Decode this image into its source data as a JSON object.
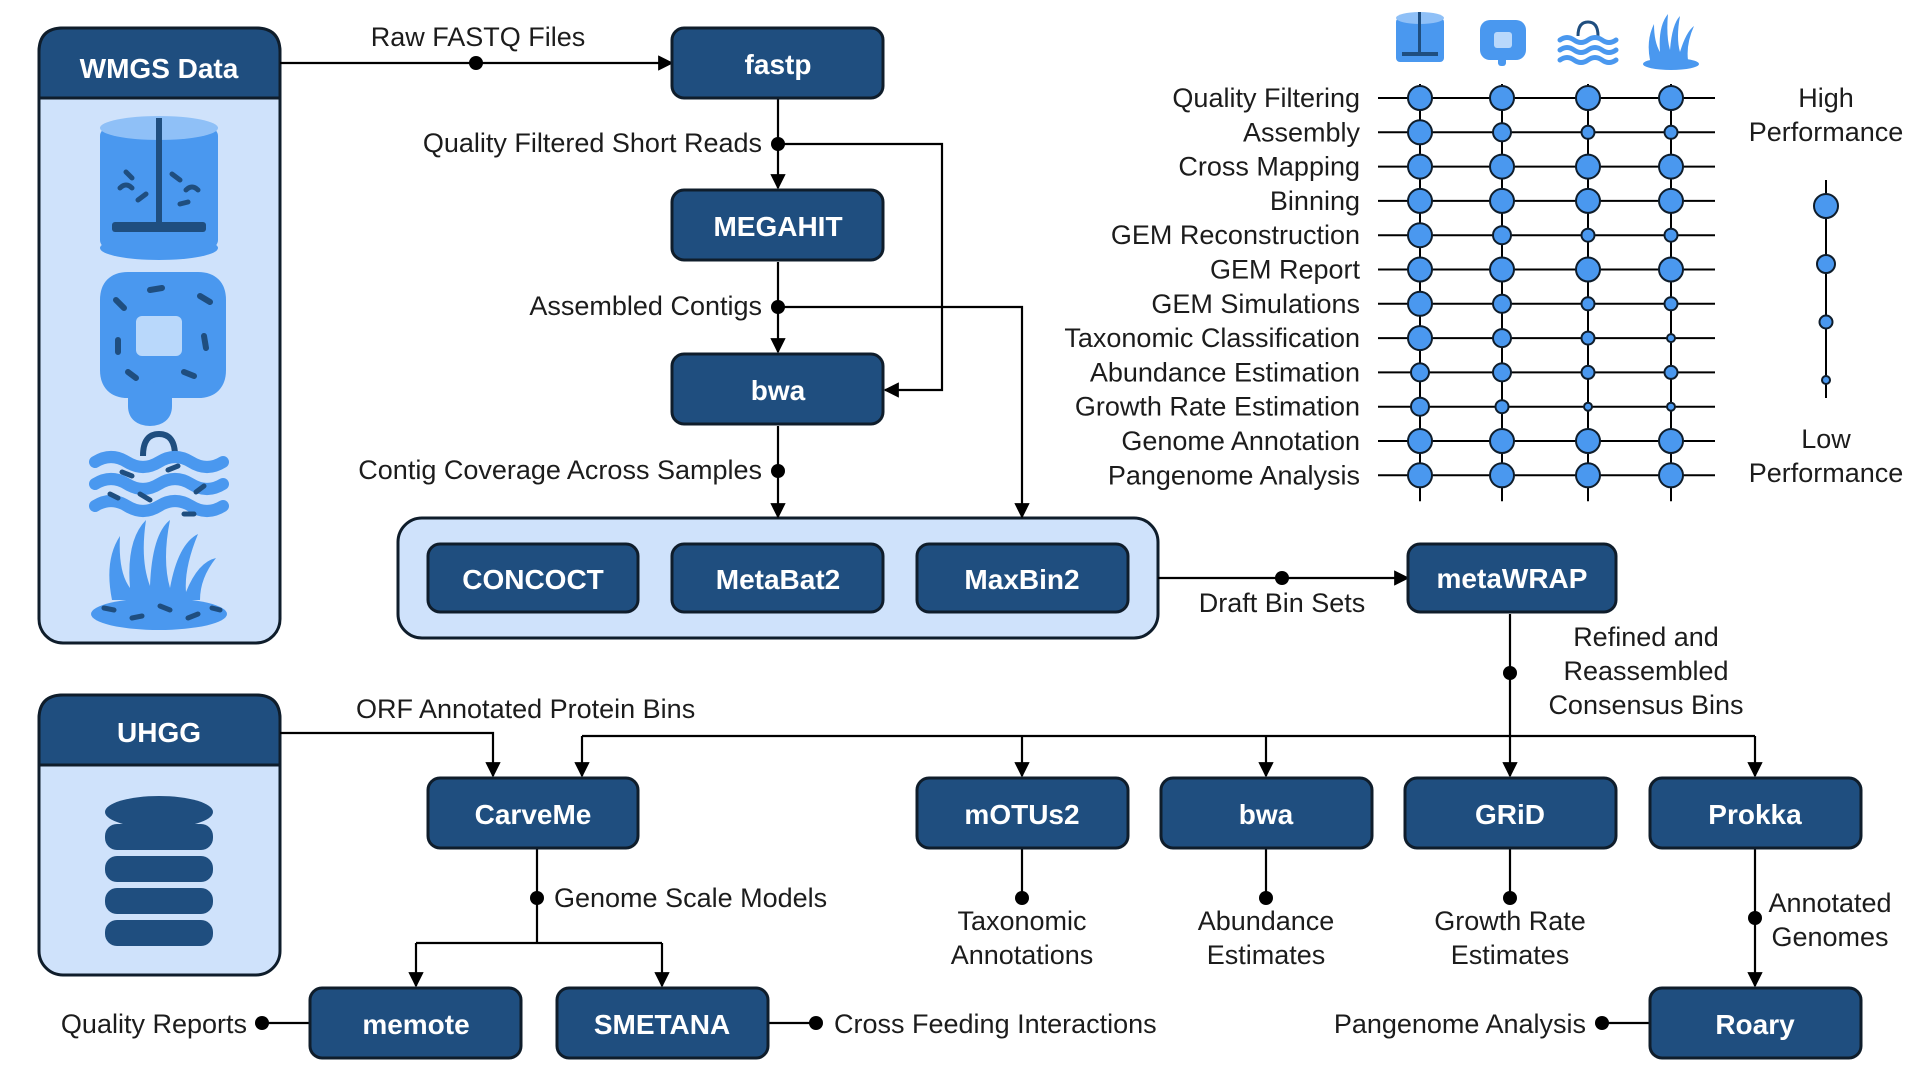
{
  "colors": {
    "node_fill": "#1f4e7f",
    "node_stroke": "#0f1d2b",
    "panel_fill": "#cfe2fb",
    "panel_header": "#1f4e7f",
    "icon_blue": "#4a98ef",
    "icon_dark": "#1f4e7f",
    "perf_dot": "#4a98ef"
  },
  "panels": {
    "wmgs_title": "WMGS Data",
    "uhgg_title": "UHGG"
  },
  "nodes": {
    "fastp": "fastp",
    "megahit": "MEGAHIT",
    "bwa_top": "bwa",
    "concoct": "CONCOCT",
    "metabat2": "MetaBat2",
    "maxbin2": "MaxBin2",
    "metawrap": "metaWRAP",
    "carveme": "CarveMe",
    "motus2": "mOTUs2",
    "bwa_bottom": "bwa",
    "grid": "GRiD",
    "prokka": "Prokka",
    "memote": "memote",
    "smetana": "SMETANA",
    "roary": "Roary"
  },
  "edge_labels": {
    "raw_fastq": "Raw FASTQ Files",
    "quality_filtered": "Quality Filtered Short Reads",
    "assembled_contigs": "Assembled Contigs",
    "contig_coverage": "Contig Coverage Across Samples",
    "draft_bins": "Draft Bin Sets",
    "refined_bins": [
      "Refined and",
      "Reassembled",
      "Consensus Bins"
    ],
    "orf_bins": "ORF Annotated Protein Bins",
    "gsm": "Genome Scale Models",
    "quality_reports": "Quality Reports",
    "cross_feeding": "Cross Feeding Interactions",
    "taxonomic": [
      "Taxonomic",
      "Annotations"
    ],
    "abundance": [
      "Abundance",
      "Estimates"
    ],
    "growth_rate": [
      "Growth Rate",
      "Estimates"
    ],
    "annotated_genomes": [
      "Annotated",
      "Genomes"
    ],
    "pangenome": "Pangenome Analysis"
  },
  "matrix": {
    "rows": [
      "Quality Filtering",
      "Assembly",
      "Cross Mapping",
      "Binning",
      "GEM Reconstruction",
      "GEM Report",
      "GEM Simulations",
      "Taxonomic Classification",
      "Abundance Estimation",
      "Growth Rate Estimation",
      "Genome Annotation",
      "Pangenome Analysis"
    ],
    "columns": [
      "bioreactor-icon",
      "gut-icon",
      "ocean-icon",
      "soil-icon"
    ],
    "levels": [
      [
        4,
        4,
        4,
        4
      ],
      [
        4,
        3,
        2,
        2
      ],
      [
        4,
        4,
        4,
        4
      ],
      [
        4,
        4,
        4,
        4
      ],
      [
        4,
        3,
        2,
        2
      ],
      [
        4,
        4,
        4,
        4
      ],
      [
        4,
        3,
        2,
        2
      ],
      [
        4,
        3,
        2,
        1
      ],
      [
        3,
        3,
        2,
        2
      ],
      [
        3,
        2,
        1,
        1
      ],
      [
        4,
        4,
        4,
        4
      ],
      [
        4,
        4,
        4,
        4
      ]
    ],
    "legend_high": [
      "High",
      "Performance"
    ],
    "legend_low": [
      "Low",
      "Performance"
    ],
    "legend_levels": [
      4,
      3,
      2,
      1
    ]
  }
}
